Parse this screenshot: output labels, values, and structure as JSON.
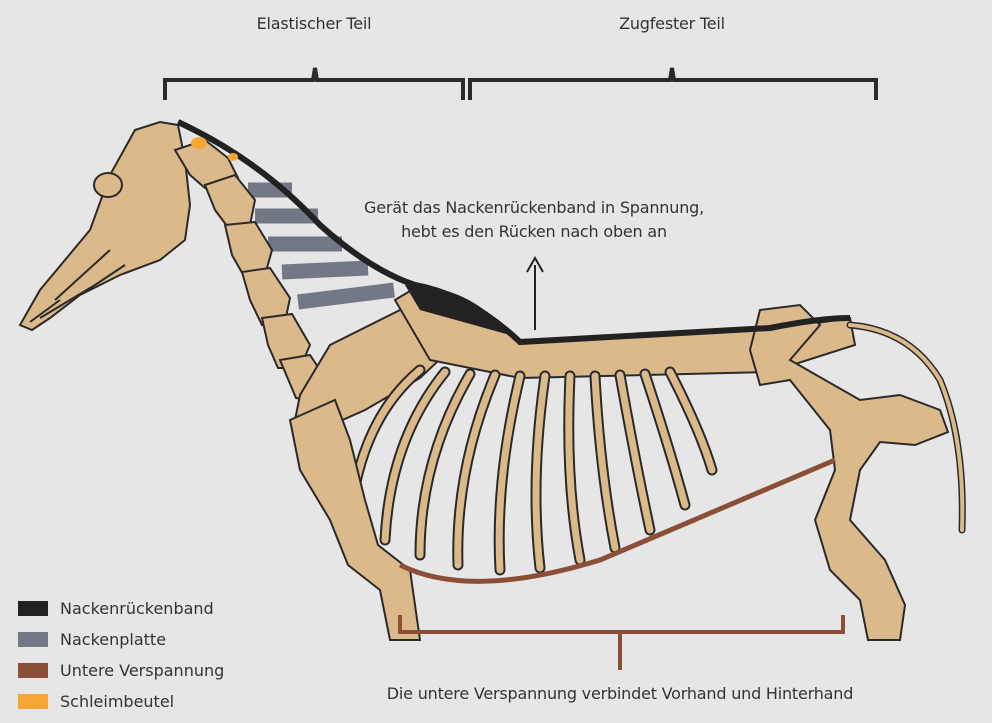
{
  "labels": {
    "elastic_part": "Elastischer Teil",
    "tensile_part": "Zugfester Teil",
    "annotation_line1": "Gerät das Nackenrückenband in Spannung,",
    "annotation_line2": "hebt es den Rücken nach oben an",
    "bottom_caption": "Die untere Verspannung verbindet Vorhand und Hinterhand"
  },
  "legend": [
    {
      "label": "Nackenrückenband",
      "color": "#222222"
    },
    {
      "label": "Nackenplatte",
      "color": "#737887"
    },
    {
      "label": "Untere Verspannung",
      "color": "#8b4f38"
    },
    {
      "label": "Schleimbeutel",
      "color": "#f7a636"
    }
  ],
  "colors": {
    "bone": "#dcb98b",
    "outline": "#2a2a2a",
    "background": "#e6e6e6"
  }
}
